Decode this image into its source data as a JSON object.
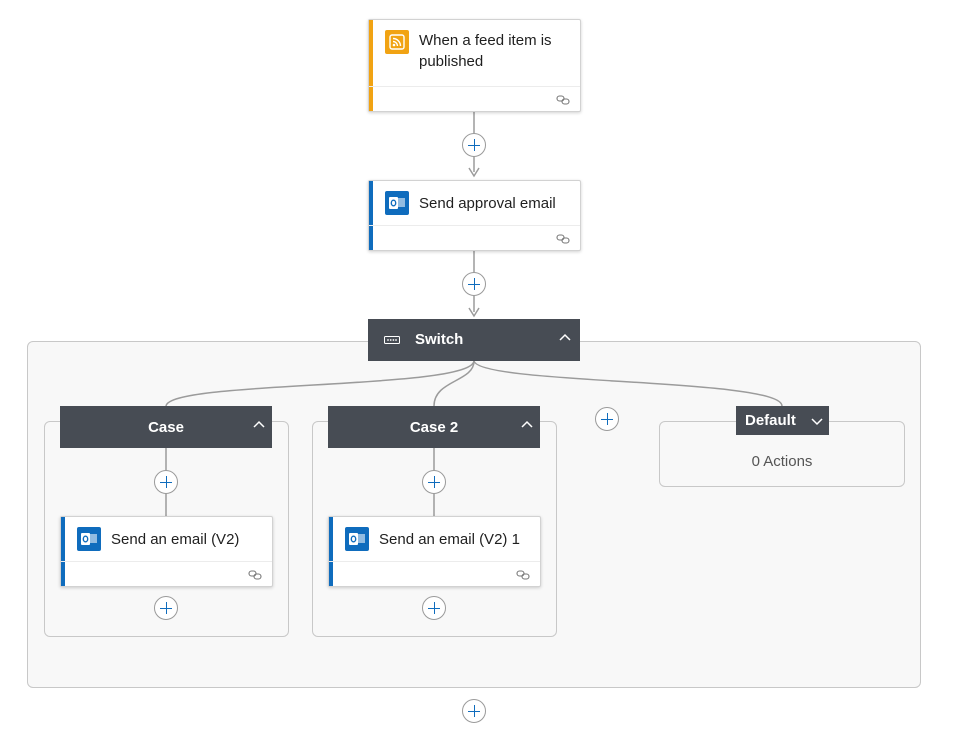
{
  "trigger": {
    "title": "When a feed item is published",
    "accent": "#f1a313"
  },
  "approval": {
    "title": "Send approval email",
    "accent": "#0f6cbd"
  },
  "switch": {
    "title": "Switch"
  },
  "cases": [
    {
      "header": "Case",
      "action_title": "Send an email (V2)"
    },
    {
      "header": "Case 2",
      "action_title": "Send an email (V2) 1"
    }
  ],
  "default_case": {
    "header": "Default",
    "body": "0 Actions"
  },
  "colors": {
    "outlook": "#0f6cbd",
    "rss": "#f1a313",
    "header_dark": "#474c54"
  }
}
